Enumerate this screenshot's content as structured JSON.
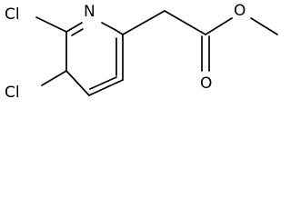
{
  "molecule": {
    "atoms": {
      "cl_top": "Cl",
      "cl_bottom": "Cl",
      "n_ring": "N",
      "o_carbonyl": "O",
      "o_ester": "O"
    },
    "colors": {
      "bond": "#000000",
      "label": "#000000",
      "background": "#ffffff"
    }
  }
}
